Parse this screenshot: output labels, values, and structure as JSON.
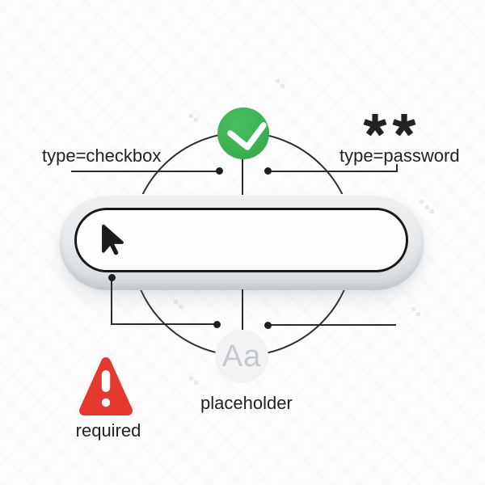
{
  "diagram": {
    "subject": "input field attributes illustration",
    "labels": {
      "checkbox": "type=checkbox",
      "password": "type=password",
      "placeholder": "placeholder",
      "required": "required",
      "aa": "Aa",
      "password_mask": "**"
    },
    "colors": {
      "success_green": "#3cb455",
      "danger_red": "#e5392e",
      "line_black": "#2b2b2b",
      "pill_gray": "#e2e6e9",
      "aa_badge_bg": "#f1f3f5",
      "aa_badge_text": "#c7cacd",
      "background": "#fdfdfd"
    },
    "icons": {
      "check": "check-icon",
      "warning": "warning-triangle-icon",
      "cursor": "cursor-arrow-icon",
      "password_mask": "asterisks-icon"
    }
  }
}
